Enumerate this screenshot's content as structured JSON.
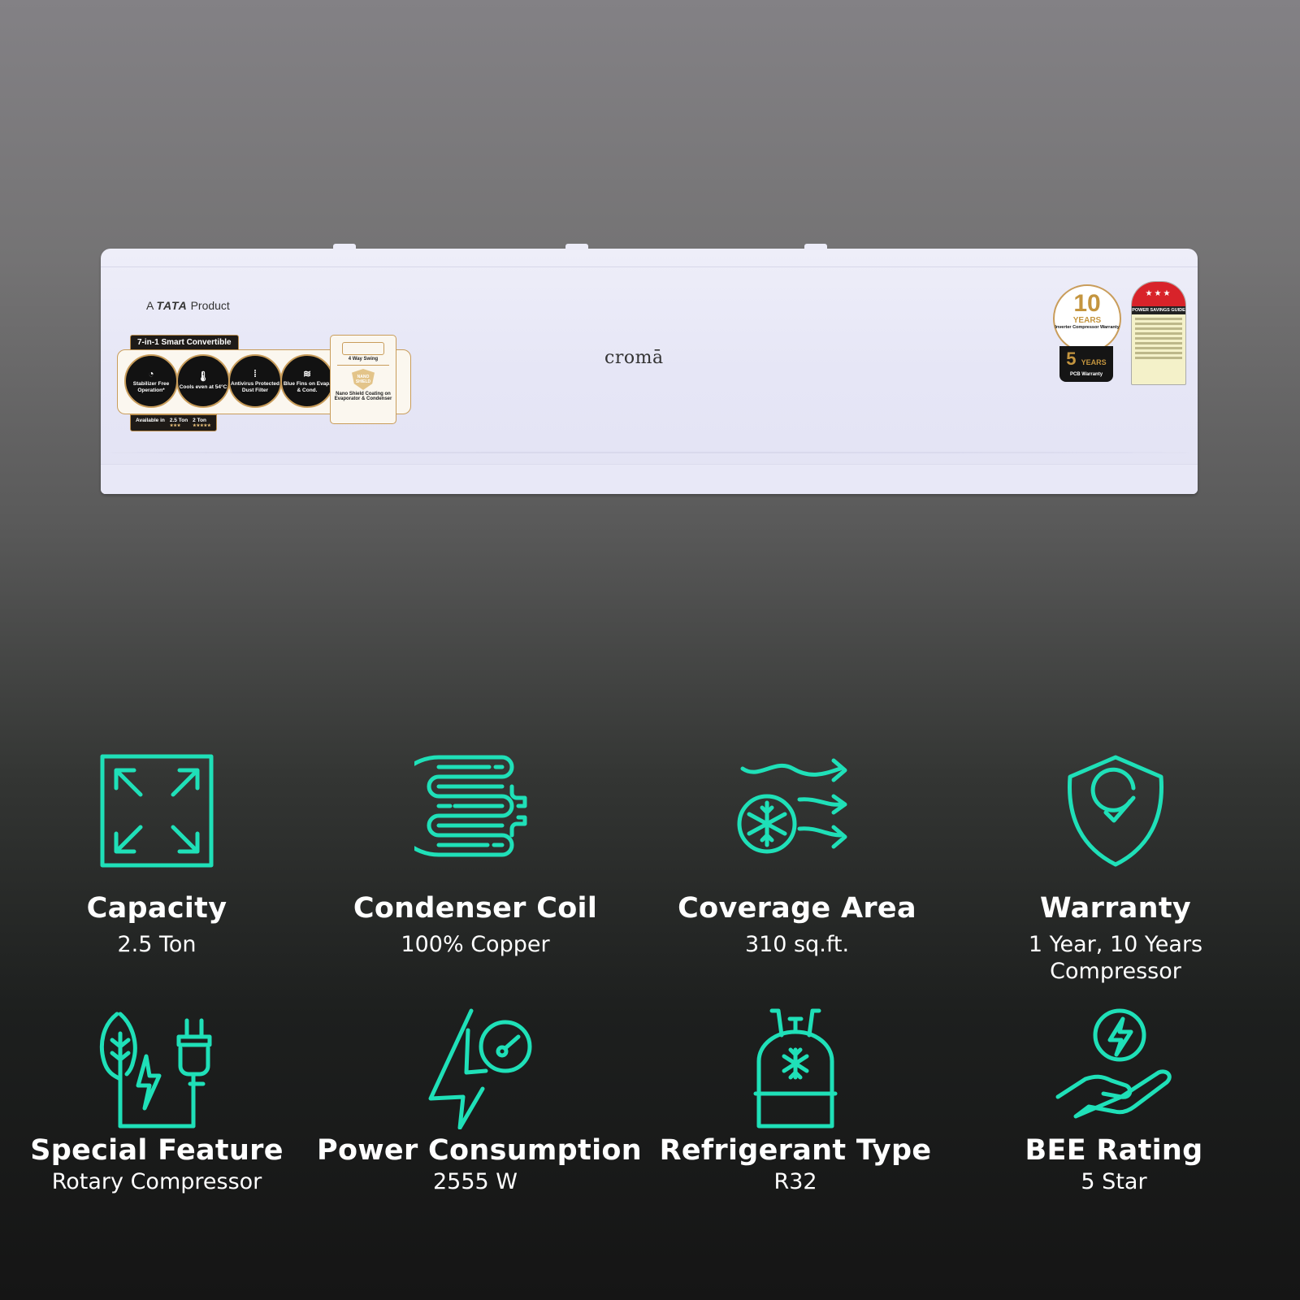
{
  "product": {
    "brand_line": {
      "prefix": "A",
      "brand": "TATA",
      "suffix": "Product"
    },
    "logo": "cromā",
    "smart_badge": {
      "title": "7-in-1 Smart Convertible",
      "features": [
        {
          "icon": "stabilizer-gauge-icon",
          "label": "Stabilizer Free Operation*"
        },
        {
          "icon": "thermometer-icon",
          "label": "Cools even at 54°C"
        },
        {
          "icon": "filter-icon",
          "label": "Antivirus Protected Dust Filter"
        },
        {
          "icon": "fins-icon",
          "label": "Blue Fins on Evap. & Cond."
        }
      ],
      "available_in": {
        "label": "Available in",
        "options": [
          {
            "tonnage": "2.5 Ton",
            "stars": "★★★"
          },
          {
            "tonnage": "2 Ton",
            "stars": "★★★★★"
          }
        ]
      }
    },
    "swing_card": {
      "swing_label": "4 Way Swing",
      "shield_text": "NANO SHIELD",
      "shield_label": "Nano Shield Coating on Evaporator & Condenser"
    },
    "warranty_badge": {
      "number": "10",
      "years": "YEARS",
      "line": "Inverter Compressor Warranty",
      "pcb_number": "5",
      "pcb_years": "YEARS",
      "pcb_line": "PCB Warranty"
    },
    "energy_label": {
      "stars": "★★★",
      "title": "POWER SAVINGS GUIDE"
    }
  },
  "specs": [
    {
      "icon": "expand-arrows-icon",
      "label": "Capacity",
      "value": "2.5 Ton"
    },
    {
      "icon": "coil-icon",
      "label": "Condenser Coil",
      "value": "100% Copper"
    },
    {
      "icon": "airflow-snowflake-icon",
      "label": "Coverage Area",
      "value": "310 sq.ft."
    },
    {
      "icon": "shield-check-icon",
      "label": "Warranty",
      "value": "1 Year,  10 Years",
      "value2": "Compressor"
    },
    {
      "icon": "leaf-plug-icon",
      "label": "Special Feature",
      "value": "Rotary Compressor"
    },
    {
      "icon": "lightning-gauge-icon",
      "label": "Power Consumption",
      "value": "2555 W"
    },
    {
      "icon": "refrigerant-cylinder-icon",
      "label": "Refrigerant Type",
      "value": "R32"
    },
    {
      "icon": "hand-energy-icon",
      "label": "BEE Rating",
      "value": "5 Star"
    }
  ],
  "colors": {
    "accent": "#1fe0b8",
    "text": "#ffffff",
    "badge_gold": "#c99d5b"
  }
}
